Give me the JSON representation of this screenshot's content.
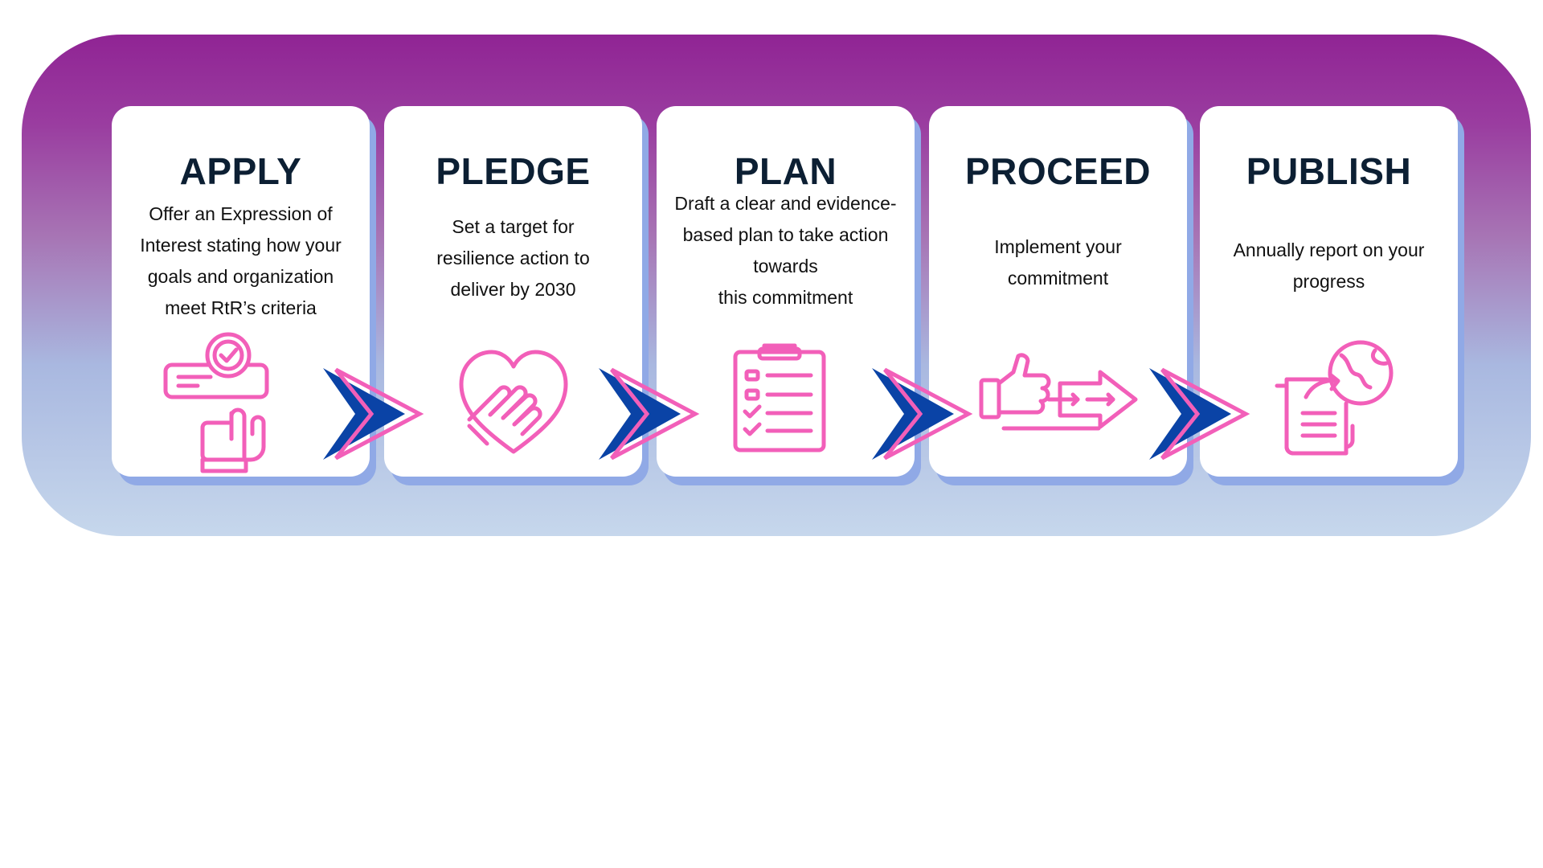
{
  "colors": {
    "gradient_top": "#902494",
    "gradient_bottom": "#c6d7ec",
    "card_shadow": "#90a9e6",
    "title": "#0c1f33",
    "icon_pink": "#f25fb9",
    "chevron_blue": "#0a43a6"
  },
  "steps": [
    {
      "title": "APPLY",
      "lines": [
        "Offer an Expression of",
        "Interest stating how your",
        "goals and organization",
        "meet RtR’s criteria"
      ],
      "icon": "checkbox-click-icon"
    },
    {
      "title": "PLEDGE",
      "lines": [
        "Set a target for",
        "resilience action to",
        "deliver by 2030"
      ],
      "icon": "heart-hand-icon"
    },
    {
      "title": "PLAN",
      "lines": [
        "Draft a clear and evidence-",
        "based plan to take action",
        "towards",
        "this commitment"
      ],
      "icon": "checklist-clipboard-icon"
    },
    {
      "title": "PROCEED",
      "lines": [
        "Implement your",
        "commitment"
      ],
      "icon": "thumbs-up-arrow-icon"
    },
    {
      "title": "PUBLISH",
      "lines": [
        "Annually report on your",
        "progress"
      ],
      "icon": "global-report-icon"
    }
  ]
}
